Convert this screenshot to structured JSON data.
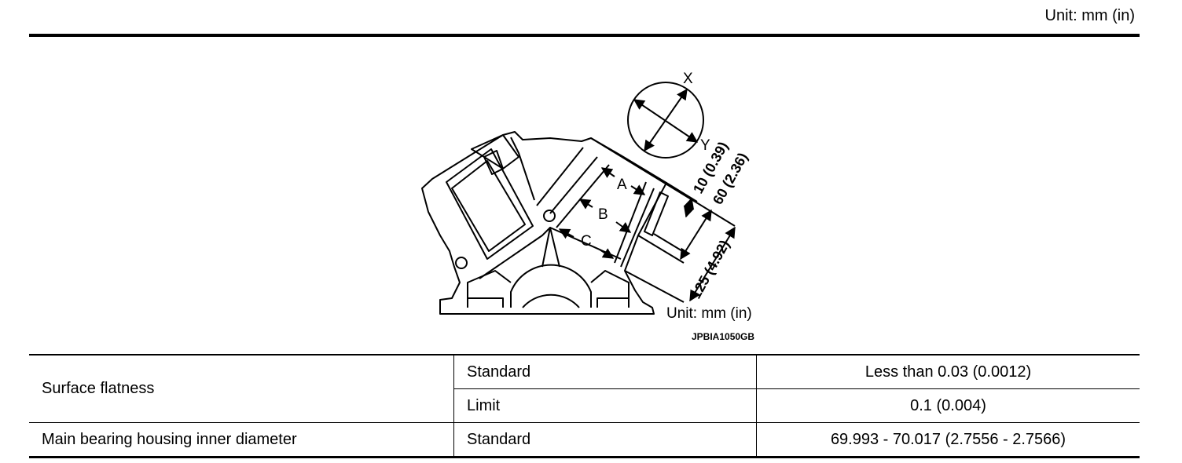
{
  "header": {
    "unit_note": "Unit: mm (in)"
  },
  "figure": {
    "labels": {
      "a": "A",
      "b": "B",
      "c": "C",
      "x": "X",
      "y": "Y",
      "dim_10": "10 (0.39)",
      "dim_60": "60 (2.36)",
      "dim_125": "125 (4.92)"
    },
    "unit": "Unit: mm (in)",
    "figure_id": "JPBIA1050GB"
  },
  "table": {
    "rows": [
      {
        "item": "Surface flatness",
        "grade": "Standard",
        "value": "Less than 0.03 (0.0012)"
      },
      {
        "grade": "Limit",
        "value": "0.1 (0.004)"
      },
      {
        "item": "Main bearing housing inner diameter",
        "grade": "Standard",
        "value": "69.993 - 70.017 (2.7556 - 2.7566)"
      }
    ]
  }
}
